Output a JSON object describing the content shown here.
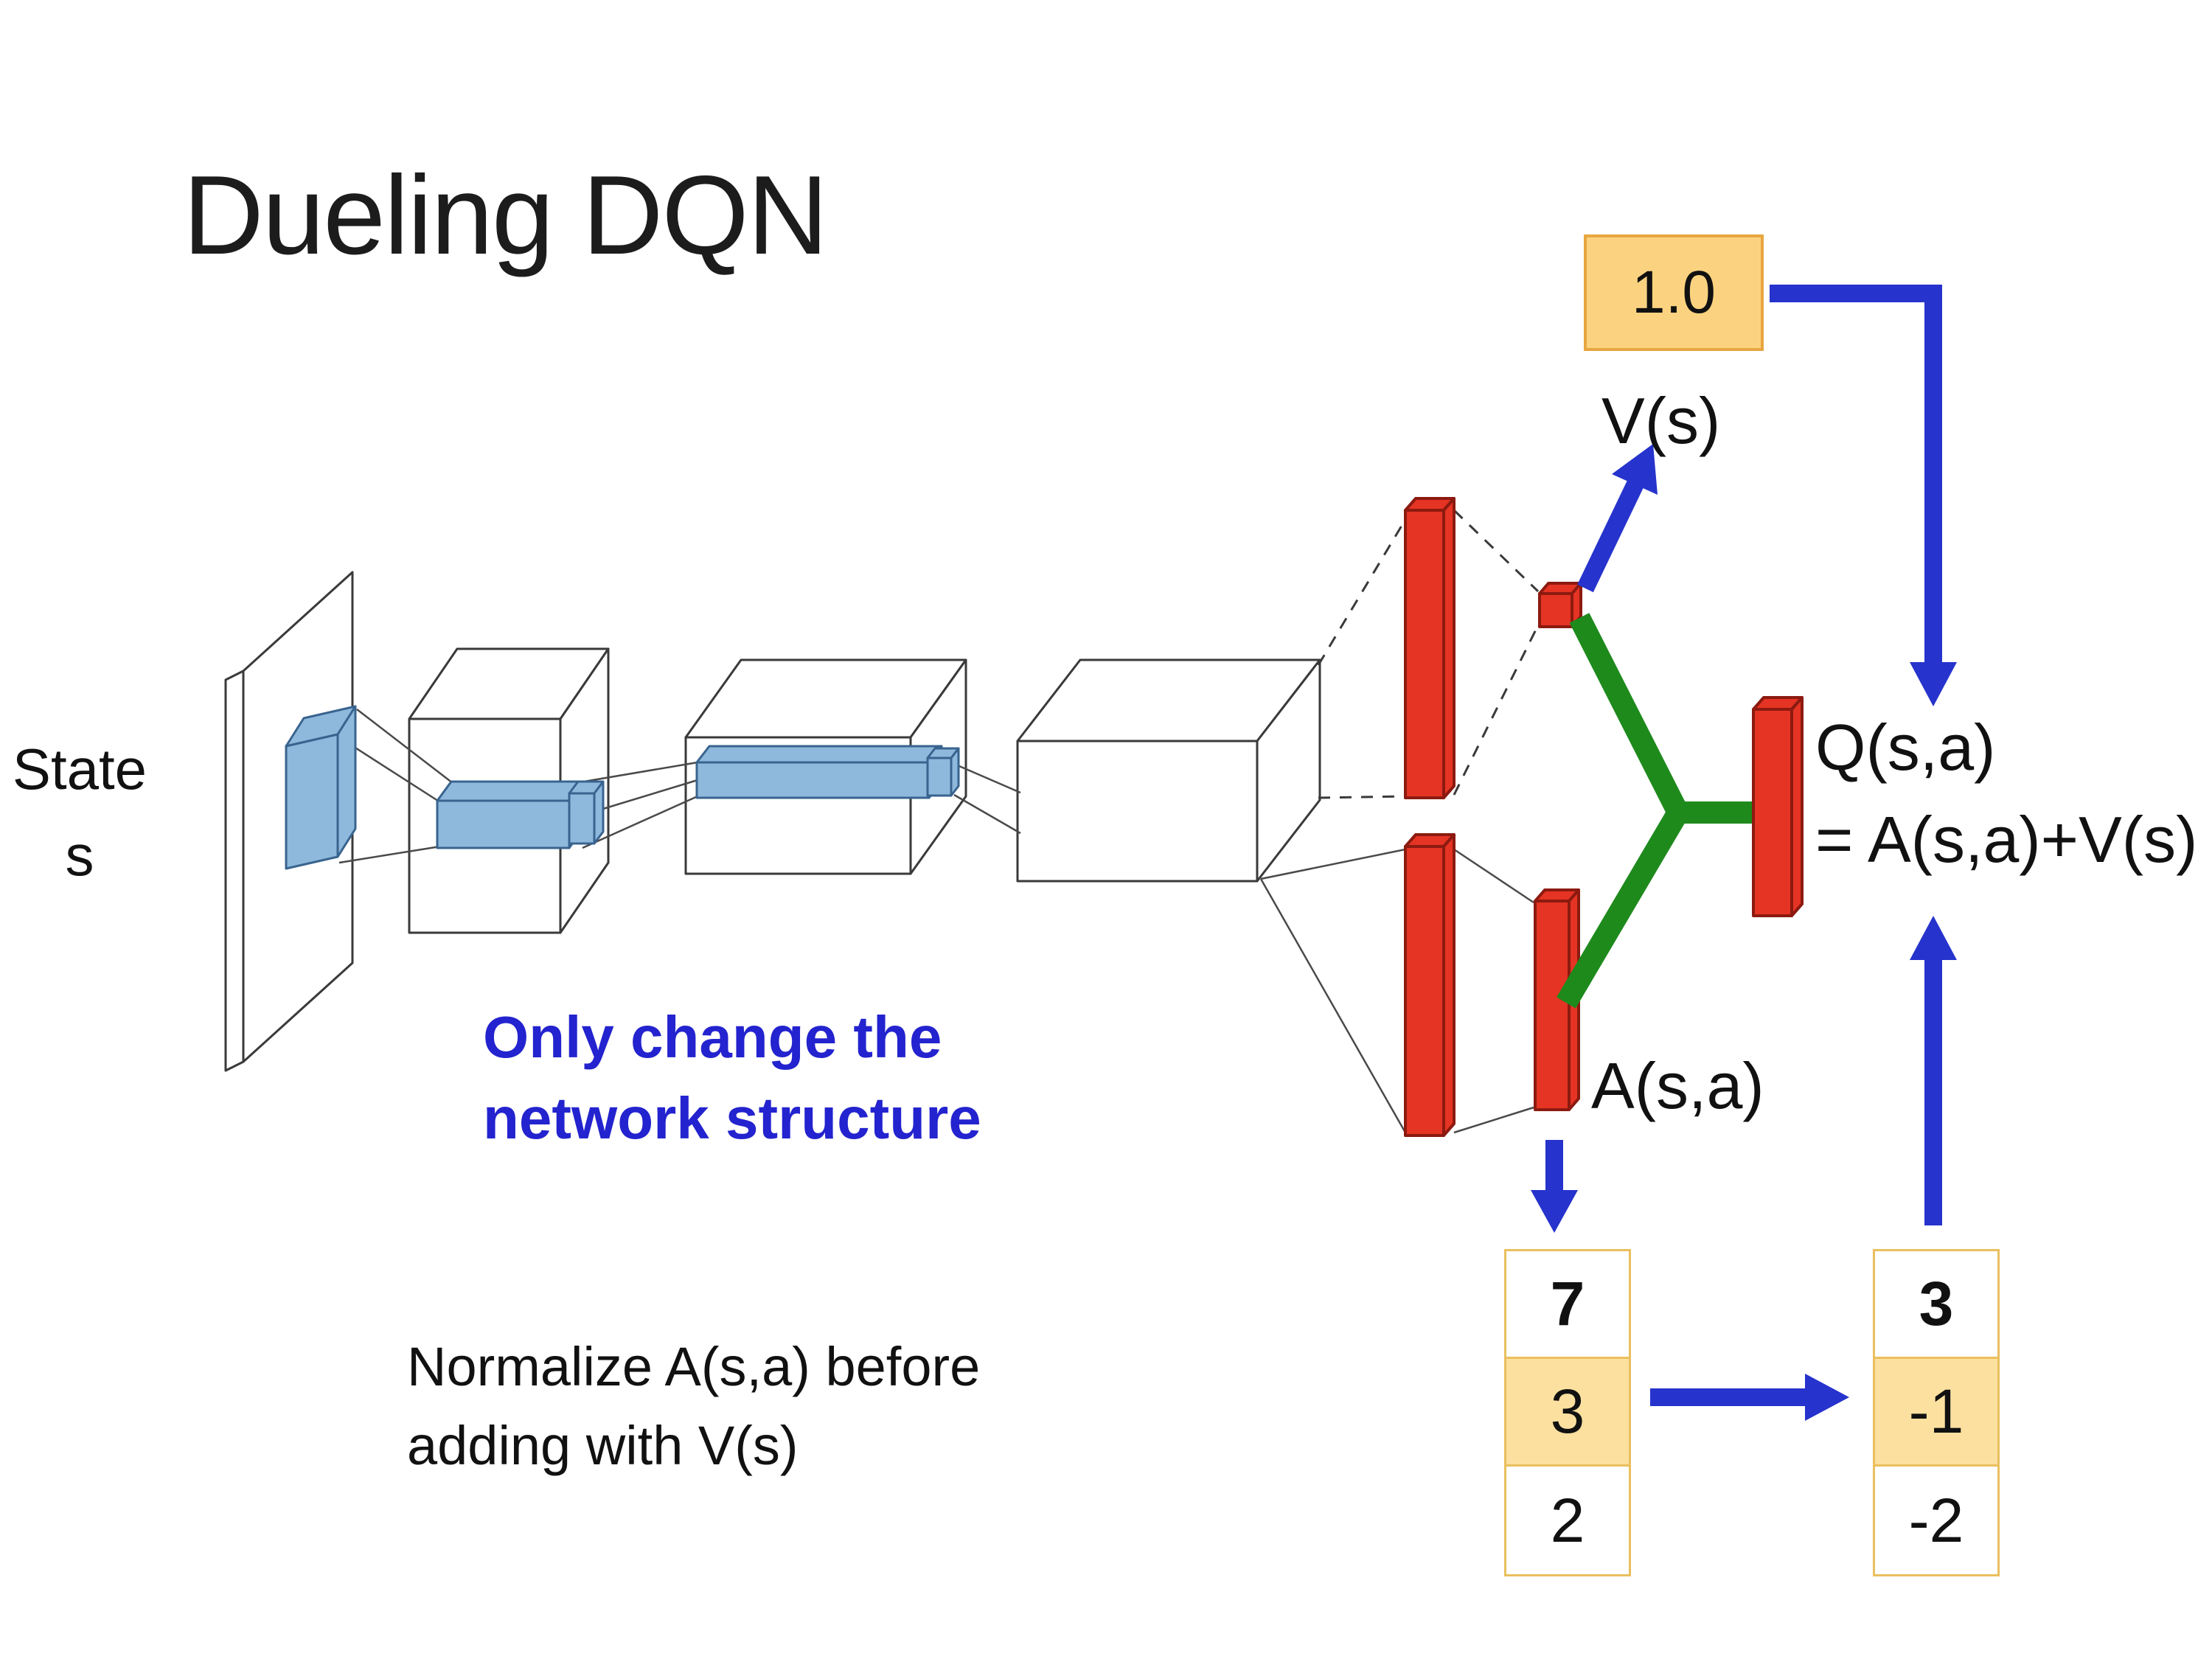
{
  "title": "Dueling DQN",
  "labels": {
    "state_line1": "State",
    "state_line2": "s",
    "note_blue_line1": "Only change the",
    "note_blue_line2": "network structure",
    "note_black_line1": "Normalize A(s,a) before",
    "note_black_line2": "adding with V(s)",
    "v_value": "1.0",
    "v_label": "V(s)",
    "q_label": "Q(s,a)",
    "q_formula": "= A(s,a)+V(s)",
    "a_label": "A(s,a)"
  },
  "tables": {
    "advantage": {
      "rows": [
        "7",
        "3",
        "2"
      ],
      "highlight_index": 1
    },
    "normalized": {
      "rows": [
        "3",
        "-1",
        "-2"
      ],
      "highlight_index": 1
    }
  },
  "colors": {
    "arrow_blue": "#2633cc",
    "connector_green": "#1e8a1c",
    "bar_red": "#e53424",
    "bar_red_dark": "#8c1a10",
    "feature_blue": "#8fb9dc",
    "feature_blue_dark": "#39648f",
    "value_box_fill": "#fbd380",
    "value_box_border": "#e8a63f",
    "row_highlight": "#fce0a0",
    "table_border": "#eabf5e",
    "note_blue": "#2323cf"
  }
}
